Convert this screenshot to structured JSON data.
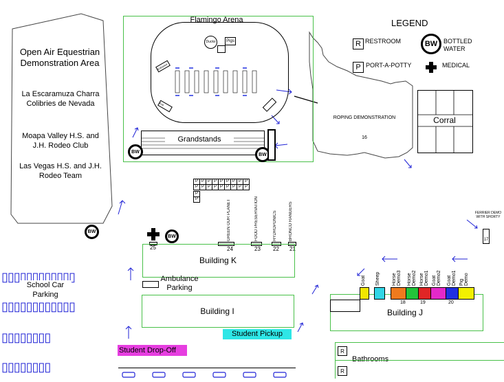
{
  "left_area": {
    "title": "Open Air Equestrian Demonstration Area",
    "groups": [
      "La Escaramuza Charra Colibries de Nevada",
      "Moapa Valley H.S. and J.H. Rodeo Club",
      "Las Vegas H.S. and J.H. Rodeo Team"
    ]
  },
  "arena": {
    "title": "Flamingo Arena",
    "grandstands": "Grandstands",
    "ducks": "Ducks",
    "pigs": "Pigs",
    "entrance": "Entrance",
    "exit": "Exit"
  },
  "legend": {
    "title": "LEGEND",
    "restroom_symbol": "R",
    "restroom": "RESTROOM",
    "bottled_water_symbol": "BW",
    "bottled_water": "BOTTLED WATER",
    "port_a_potty_symbol": "P",
    "port_a_potty": "PORT-A-POTTY",
    "medical": "MEDICAL"
  },
  "roping": {
    "label": "ROPING DEMONSTRATION",
    "number": "16"
  },
  "corral": {
    "label": "Corral"
  },
  "ferrier": {
    "label": "FERRIER DEMO WITH SHORTY",
    "number": "17"
  },
  "potties": {
    "symbol": "P",
    "count": 20
  },
  "bottled_water_label": "BW",
  "stations": [
    {
      "label": "GREEN OUR PLANET",
      "number": "24"
    },
    {
      "label": "FOOD PRESERVATION",
      "number": "23"
    },
    {
      "label": "HYDROPONICS",
      "number": "22"
    },
    {
      "label": "BRONCO RANGERS",
      "number": "21"
    }
  ],
  "medical_number": "25",
  "buildings": {
    "k": "Building K",
    "i": "Building I",
    "j": "Building J"
  },
  "ambulance": "Ambulance Parking",
  "school_parking": "School Car Parking",
  "student_pickup": "Student Pickup",
  "student_dropoff": "Student Drop-Off",
  "bathrooms": {
    "label": "Bathrooms",
    "symbol": "R"
  },
  "booths": [
    {
      "label": "Goat",
      "color": "#f2e600"
    },
    {
      "label": "Sheep",
      "color": "#31d6e6"
    },
    {
      "label": "Horse Demo3",
      "color": "#f07a1e"
    },
    {
      "label": "Horse Demo2",
      "color": "#22c43a"
    },
    {
      "label": "Horse Demo1",
      "color": "#e02525"
    },
    {
      "label": "Goat Demo2",
      "color": "#e429c9"
    },
    {
      "label": "Goat Demo1",
      "color": "#2030e0"
    },
    {
      "label": "Pig Demo",
      "color": "#f2f000"
    }
  ],
  "booth_numbers": [
    "18",
    "19",
    "20"
  ],
  "colors": {
    "arrow": "#1f22d6",
    "arena_border": "#48c048",
    "pickup": "#2ee6e6",
    "dropoff": "#e63ee0"
  }
}
